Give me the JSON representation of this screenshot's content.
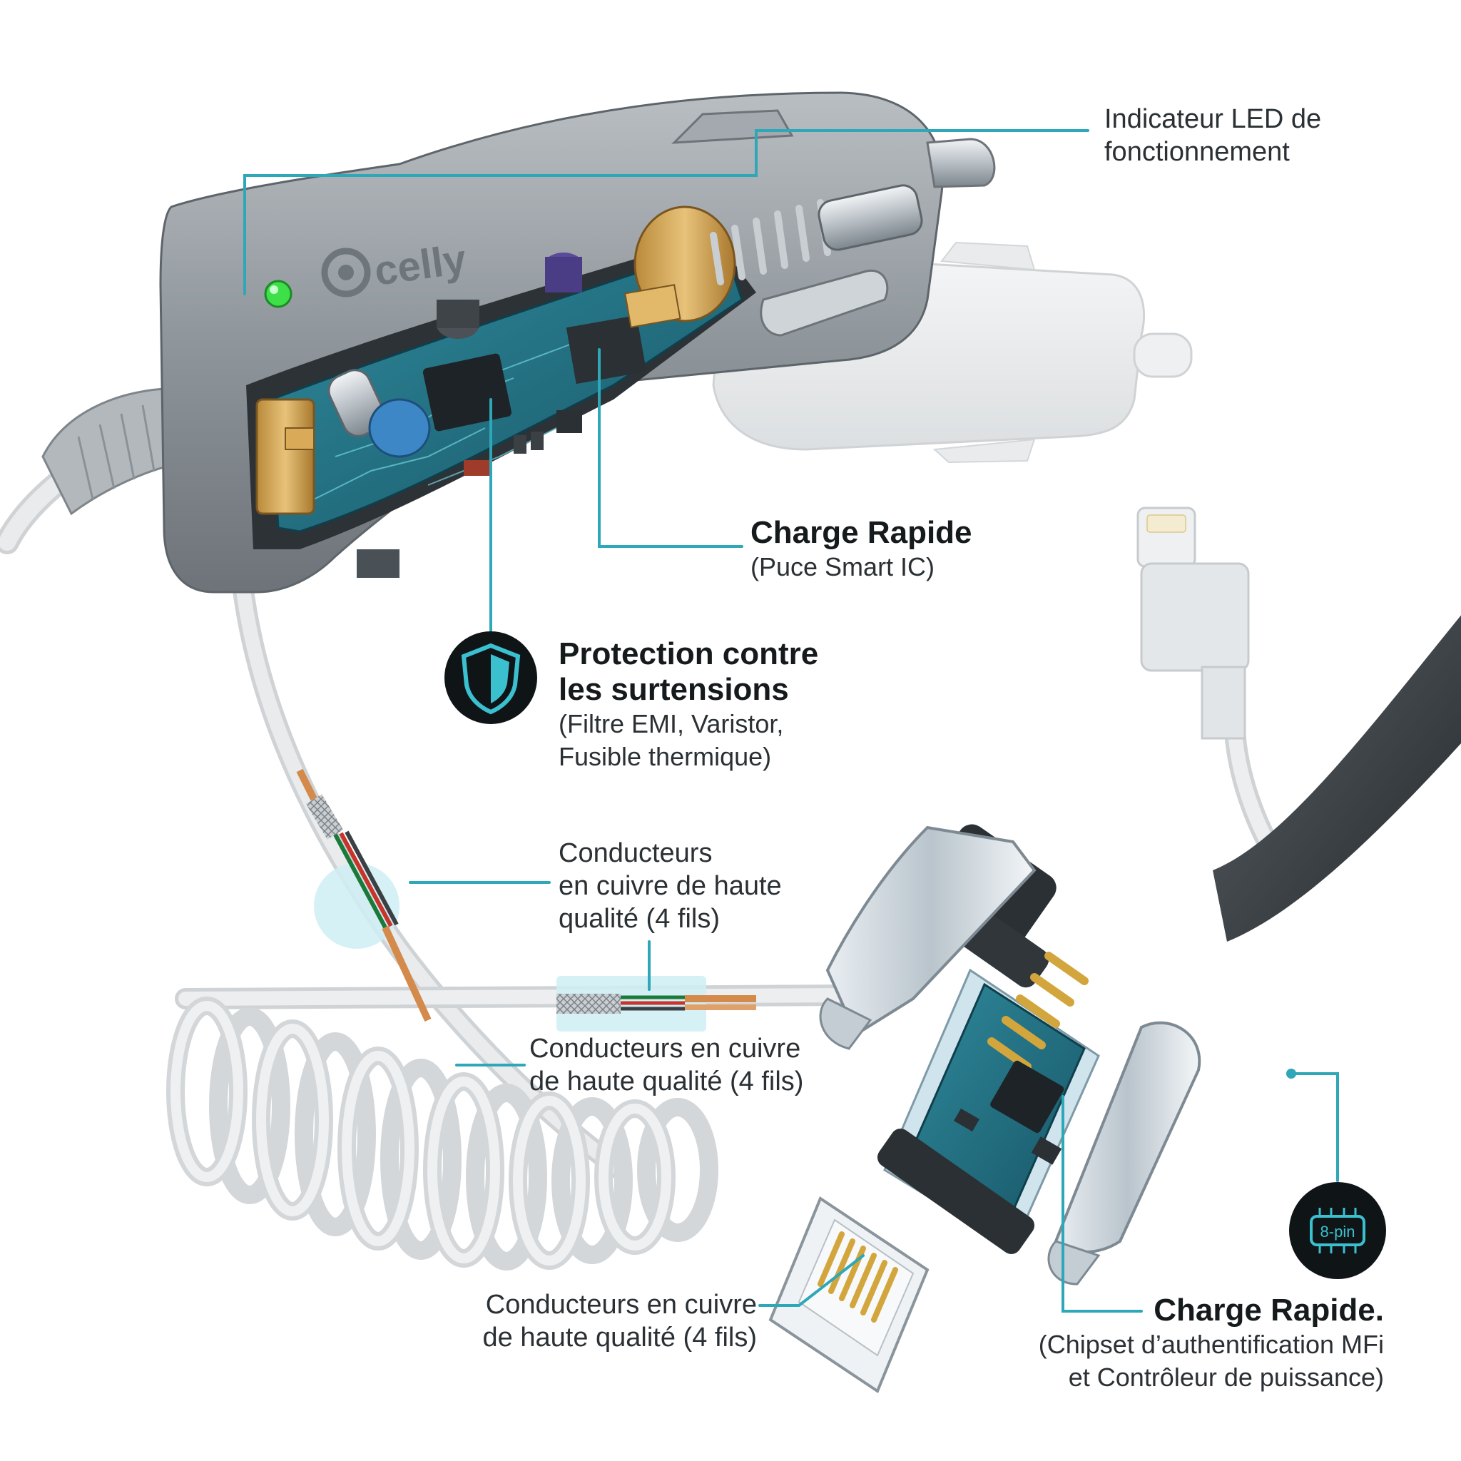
{
  "brand": "celly",
  "colors": {
    "callout_line": "#2ea7b8",
    "pcb": "#1d6577",
    "led": "#3ee04a",
    "housing": "#8f969b",
    "badge": "#0f1416",
    "badge_accent": "#3bc0d0"
  },
  "icons": {
    "shield": "shield-icon",
    "chip": "chip-8pin-icon"
  },
  "labels": {
    "led": {
      "line1": "Indicateur LED de",
      "line2": "fonctionnement"
    },
    "fast_charge_ic": {
      "title": "Charge Rapide",
      "subtitle": "(Puce Smart IC)"
    },
    "surge": {
      "title_line1": "Protection contre",
      "title_line2": "les surtensions",
      "sub_line1": "(Filtre EMI, Varistor,",
      "sub_line2": "Fusible thermique)"
    },
    "copper_top": {
      "line1": "Conducteurs",
      "line2": "en cuivre de haute",
      "line3": "qualité (4 fils)"
    },
    "copper_mid": {
      "line1": "Conducteurs en cuivre",
      "line2": "de haute qualité (4 fils)"
    },
    "copper_bottom": {
      "line1": "Conducteurs en cuivre",
      "line2": "de haute qualité (4 fils)"
    },
    "fast_charge_mfi": {
      "title": "Charge Rapide.",
      "sub_line1": "(Chipset d’authentification MFi",
      "sub_line2": "et Contrôleur de puissance)"
    },
    "chip_badge": "8-pin"
  }
}
